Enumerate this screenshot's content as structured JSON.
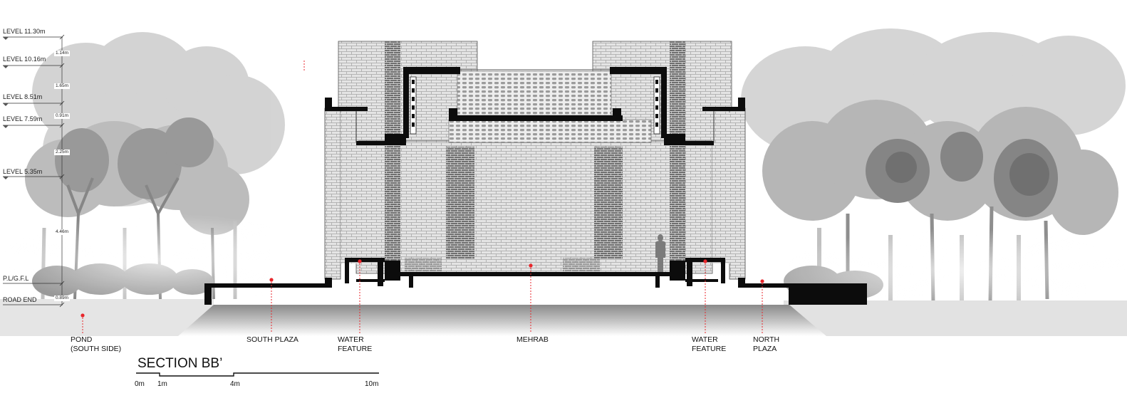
{
  "levels": [
    {
      "label": "LEVEL 11.30m"
    },
    {
      "label": "LEVEL 10.16m"
    },
    {
      "label": "LEVEL 8.51m"
    },
    {
      "label": "LEVEL 7.59m"
    },
    {
      "label": "LEVEL 5.35m"
    },
    {
      "label": "P.L/G.F.L"
    },
    {
      "label": "ROAD END"
    }
  ],
  "dimensions": [
    "1.14m",
    "1.65m",
    "0.91m",
    "2.25m",
    "4.46m",
    "0.89m"
  ],
  "callouts": [
    {
      "lines": [
        "POND",
        "(SOUTH SIDE)"
      ]
    },
    {
      "lines": [
        "SOUTH PLAZA"
      ]
    },
    {
      "lines": [
        "WATER",
        "FEATURE"
      ]
    },
    {
      "lines": [
        "MEHRAB"
      ]
    },
    {
      "lines": [
        "WATER",
        "FEATURE"
      ]
    },
    {
      "lines": [
        "NORTH",
        "PLAZA"
      ]
    }
  ],
  "title": "SECTION BB’",
  "scale_bar": [
    "0m",
    "1m",
    "4m",
    "10m"
  ],
  "colors": {
    "marker": "#e8262b",
    "ink": "#111111",
    "brick": "#d6d6d6",
    "ground": "#9a9a9a"
  }
}
